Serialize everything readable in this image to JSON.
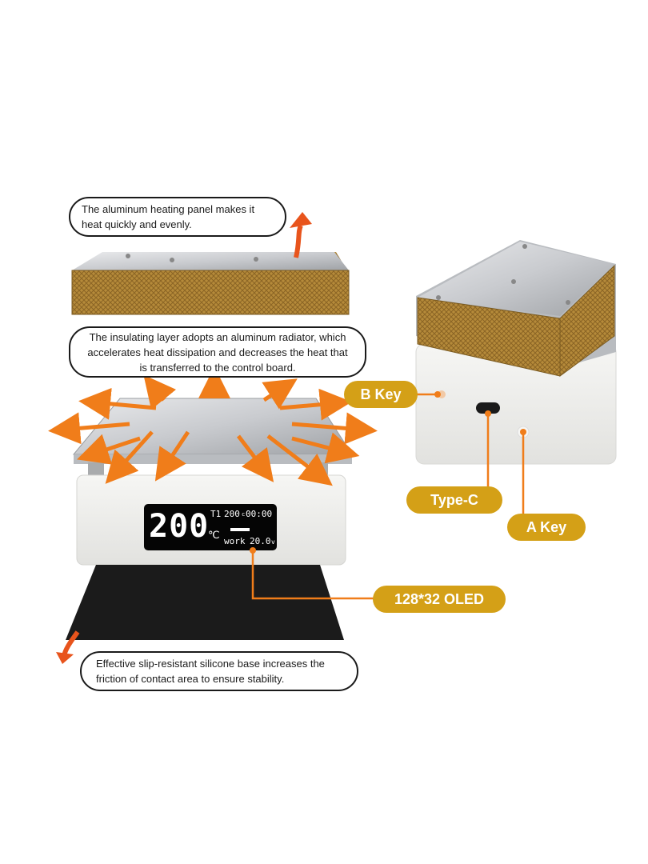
{
  "callouts": {
    "aluminum_panel": "The aluminum heating panel makes it heat quickly and evenly.",
    "insulating_layer": "The insulating layer adopts an aluminum radiator, which accelerates heat dissipation and decreases the heat that is transferred to the control board.",
    "silicone_base": "Effective slip-resistant silicone base increases the friction of contact area to ensure stability."
  },
  "labels": {
    "b_key": "B Key",
    "type_c": "Type-C",
    "a_key": "A Key",
    "oled": "128*32 OLED"
  },
  "oled_display": {
    "big_temp": "200",
    "unit": "℃",
    "profile": "T1",
    "set_temp": "200",
    "set_unit": "c",
    "timer": "00:00",
    "mode": "work",
    "voltage": "20.0",
    "voltage_unit": "v"
  },
  "colors": {
    "accent_orange": "#f07d1a",
    "tag_gold": "#d4a017",
    "arrow_red": "#e8541c"
  }
}
